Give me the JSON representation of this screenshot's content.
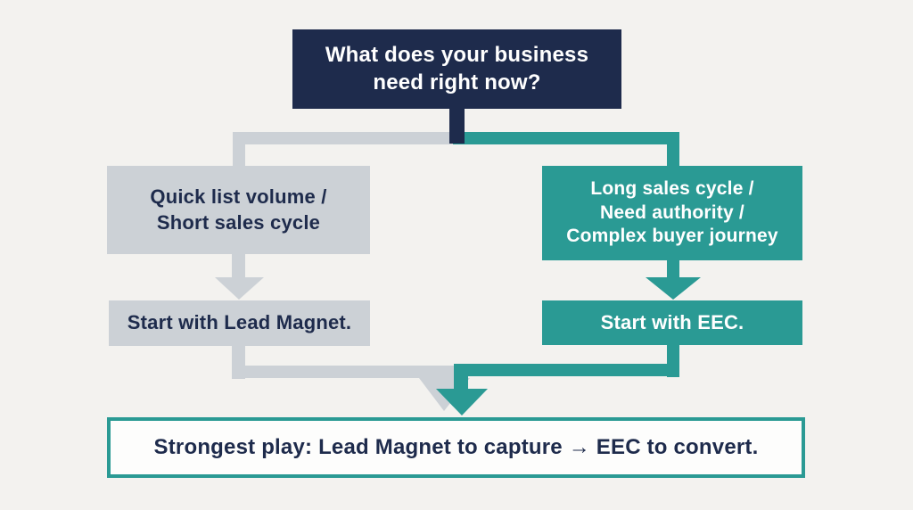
{
  "colors": {
    "navy": "#1e2b4c",
    "teal": "#2a9a94",
    "gray": "#ccd1d6",
    "background": "#f3f2ef",
    "box_fill": "#fdfdfc",
    "text_on_dark": "#ffffff"
  },
  "flowchart": {
    "root": {
      "lines": [
        "What does your business",
        "need right now?"
      ]
    },
    "left_branch": {
      "condition_lines": [
        "Quick list volume /",
        "Short sales cycle"
      ],
      "result": "Start with Lead Magnet."
    },
    "right_branch": {
      "condition_lines": [
        "Long sales cycle /",
        "Need authority /",
        "Complex buyer journey"
      ],
      "result": "Start with EEC."
    },
    "conclusion": "Strongest play: Lead Magnet to capture → EEC to convert."
  }
}
